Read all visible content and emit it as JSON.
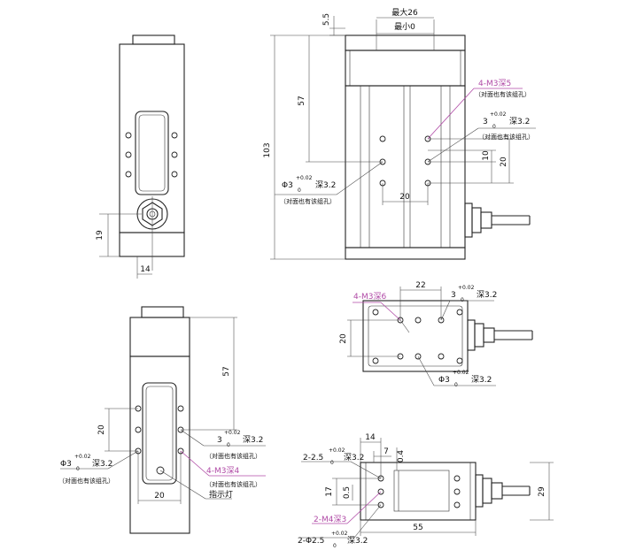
{
  "colors": {
    "line": "#222222",
    "note": "#b04aa6",
    "background": "#ffffff"
  },
  "dims": {
    "d5_5": "5.5",
    "max26": "最大26",
    "min0": "最小0",
    "d57a": "57",
    "d103": "103",
    "d10": "10",
    "d20a": "20",
    "d20b": "20",
    "d19": "19",
    "d14a": "14",
    "d57b": "57",
    "d20c": "20",
    "d20d": "20",
    "d22": "22",
    "d20e": "20",
    "d14b": "14",
    "d7": "7",
    "d0_4": "0.4",
    "d17": "17",
    "d0_5": "0.5",
    "d29": "29",
    "d55": "55"
  },
  "notes": {
    "m3x5": "4-M3深5",
    "m3x6": "4-M3深6",
    "m3x4": "4-M3深4",
    "m4x3": "2-M4深3",
    "through_a": "（对面也有该组孔）",
    "through_b": "（对面也有该组孔）",
    "through_c": "（对面也有该组孔）",
    "through_d": "（对面也有该组孔）",
    "indicator": "指示灯"
  },
  "pins": {
    "tr_value": "3",
    "tr_tol": "+0.02",
    "tr_base": "0",
    "tr_depth": "深3.2",
    "tl_value": "Φ3",
    "tl_tol": "+0.02",
    "tl_base": "0",
    "tl_depth": "深3.2",
    "mr_value": "3",
    "mr_tol": "+0.02",
    "mr_base": "0",
    "mr_depth": "深3.2",
    "mb_value": "Φ3",
    "mb_tol": "+0.02",
    "mb_base": "0",
    "mb_depth": "深3.2",
    "bl_value": "3",
    "bl_tol": "+0.02",
    "bl_base": "0",
    "bl_depth": "深3.2",
    "bl2_value": "Φ3",
    "bl2_tol": "+0.02",
    "bl2_base": "0",
    "bl2_depth": "深3.2",
    "br_a_value": "2-2.5",
    "br_a_tol": "+0.02",
    "br_a_base": "0",
    "br_a_depth": "深3.2",
    "br_b_value": "2-Φ2.5",
    "br_b_tol": "+0.02",
    "br_b_base": "0",
    "br_b_depth": "深3.2"
  }
}
